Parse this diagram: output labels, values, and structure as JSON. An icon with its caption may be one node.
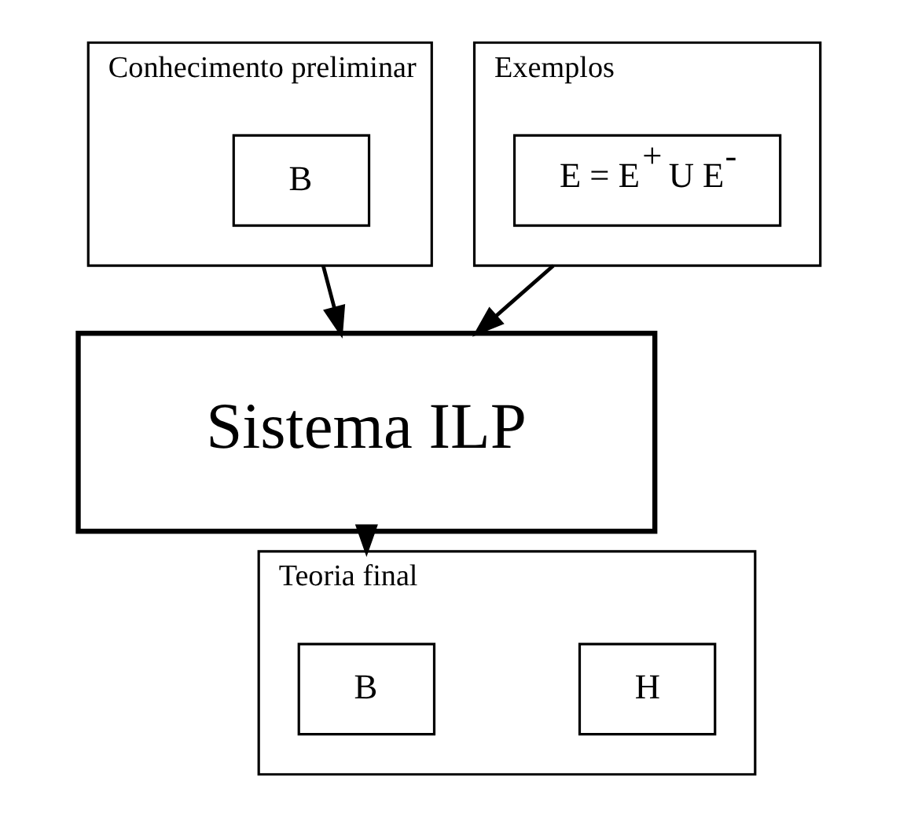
{
  "diagram": {
    "nodes": [
      {
        "text": [
          "Conhecimento preliminar"
        ]
      },
      {
        "text": [
          "B"
        ],
        "in": 0
      },
      {
        "text": [
          "Exemplos"
        ]
      },
      {
        "text": [
          "E = E$^{+}$ U E$^{-}$"
        ],
        "in": 2
      },
      {
        "text": [
          "Sistema ILP"
        ]
      },
      {
        "text": [
          "Teoria final"
        ]
      },
      {
        "text": [
          "B"
        ],
        "in": 5
      },
      {
        "text": [
          "H"
        ],
        "in": 5
      }
    ],
    "edges": [
      {
        "from": 0,
        "to": 4,
        "arrow": "to"
      },
      {
        "from": 2,
        "to": 4,
        "arrow": "to"
      },
      {
        "from": 4,
        "to": 5,
        "arrow": "to"
      }
    ]
  }
}
